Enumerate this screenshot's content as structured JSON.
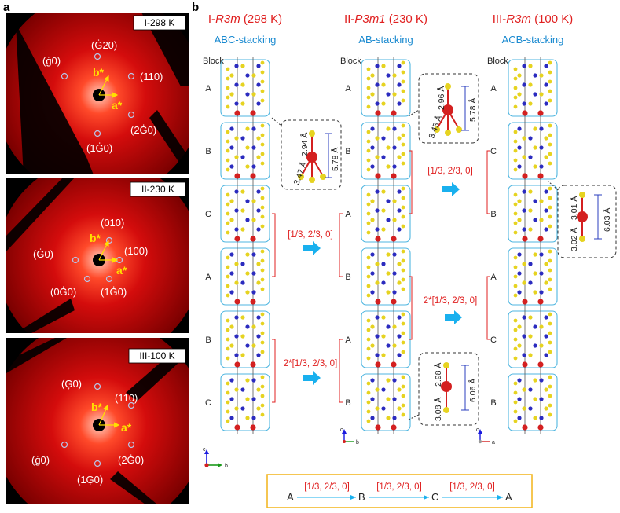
{
  "panel_a": {
    "letter": "a",
    "images": [
      {
        "label": "I-298 K",
        "spots": [
          {
            "text": "(1̅2̅0)",
            "plain": "(Ġ20)"
          },
          {
            "text": "(ġ0)"
          },
          {
            "text": "(110)"
          },
          {
            "text": "(2Ġ0)"
          },
          {
            "text": "(1Ġ0)"
          }
        ]
      },
      {
        "label": "II-230 K",
        "spots": [
          {
            "text": "(010)"
          },
          {
            "text": "(Ġ0)"
          },
          {
            "text": "(100)"
          },
          {
            "text": "(0Ġ0)"
          },
          {
            "text": "(1Ġ0)"
          }
        ]
      },
      {
        "label": "III-100 K",
        "spots": [
          {
            "text": "(Ģ0)"
          },
          {
            "text": "(110)"
          },
          {
            "text": "(ġ0)"
          },
          {
            "text": "(2Ġ0)"
          },
          {
            "text": "(1Ģ0)"
          }
        ]
      }
    ],
    "vectors": {
      "a": "a*",
      "b": "b*"
    }
  },
  "panel_b": {
    "letter": "b",
    "phases": [
      {
        "title_prefix": "I-",
        "title_group": "R3m",
        "title_suffix": " (298 K)",
        "stacking": "ABC-stacking",
        "blocks": [
          "A",
          "B",
          "C",
          "A",
          "B",
          "C"
        ]
      },
      {
        "title_prefix": "II-",
        "title_group": "P3m1",
        "title_suffix": " (230 K)",
        "stacking": "AB-stacking",
        "blocks": [
          "A",
          "B",
          "A",
          "B",
          "A",
          "B"
        ]
      },
      {
        "title_prefix": "III-",
        "title_group": "R3m",
        "title_suffix": " (100 K)",
        "stacking": "ACB-stacking",
        "blocks": [
          "A",
          "C",
          "B",
          "A",
          "C",
          "B"
        ]
      }
    ],
    "block_header": "Block",
    "shifts": {
      "one": "[1/3, 2/3, 0]",
      "two": "2*[1/3, 2/3, 0]"
    },
    "insets": [
      {
        "d1": "2.94 Å",
        "d2": "3.47 Å",
        "d3": "5.78 Å"
      },
      {
        "d1": "2.96 Å",
        "d2": "3.45 Å",
        "d3": "5.78 Å"
      },
      {
        "d1": "2.98 Å",
        "d2": "3.08 Å",
        "d3": "6.06 Å"
      },
      {
        "d1": "3.01 Å",
        "d2": "3.02 Å",
        "d3": "6.03 Å"
      }
    ],
    "axes": [
      {
        "up": "c",
        "right": "b"
      },
      {
        "up": "c",
        "right": "b"
      },
      {
        "up": "c",
        "right": "a"
      }
    ],
    "sequence": {
      "nodes": [
        "A",
        "B",
        "C",
        "A"
      ],
      "arrow_label": "[1/3, 2/3, 0]"
    }
  },
  "colors": {
    "phase_title": "#e02020",
    "stacking": "#1a8ad0",
    "block_box": "#4fb6e0",
    "arrow": "#19b0ee",
    "N_atom": "#2b2bbf",
    "halogen_atom": "#e6d320",
    "Pb_atom": "#d42020",
    "bracket": "#e02020",
    "sequence_border": "#f2b418",
    "diffraction_bg": "#c00000"
  }
}
